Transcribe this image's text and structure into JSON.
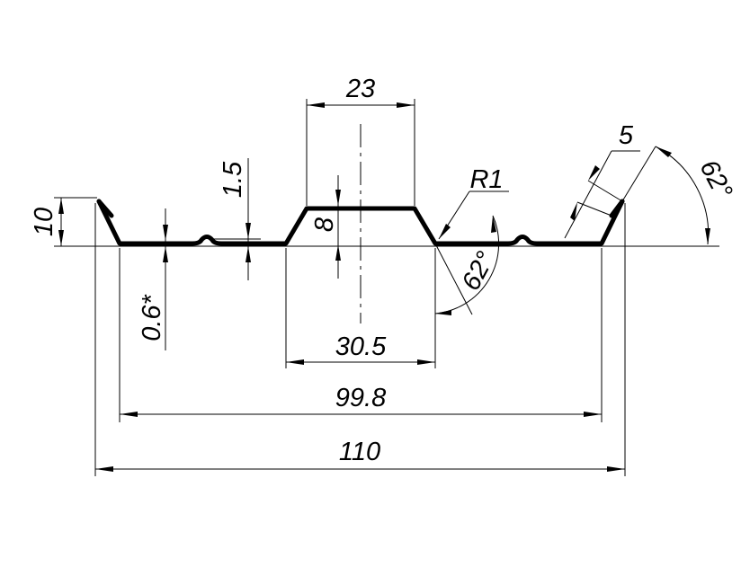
{
  "drawing": {
    "type": "sheet metal trapezoidal profile cross-section"
  },
  "dimensions": {
    "total_width": "110",
    "useful_width": "99.8",
    "rib_bottom_width": "30.5",
    "rib_top_width": "23",
    "profile_height": "10",
    "rib_height": "8",
    "groove_depth": "1.5",
    "thickness": "0.6*",
    "bend_radius": "R1",
    "angle_left": "62°",
    "angle_right": "62°",
    "edge_length": "5"
  }
}
